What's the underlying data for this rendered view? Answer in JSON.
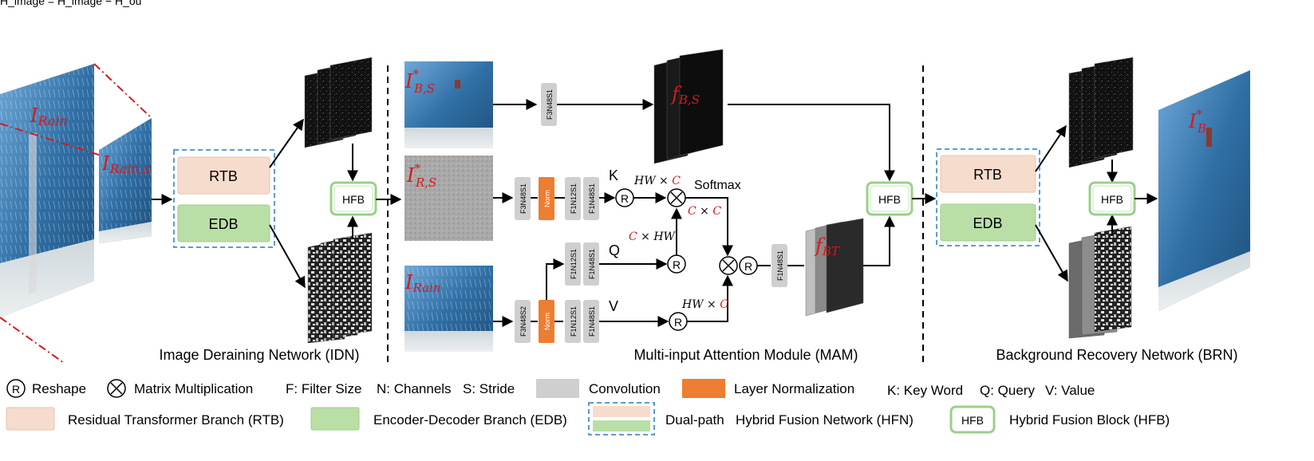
{
  "header_text": "H_image = H_image − H_ou",
  "sections": {
    "idn": "Image Deraining Network (IDN)",
    "mam": "Multi-input Attention Module (MAM)",
    "brn": "Background Recovery Network (BRN)"
  },
  "blocks": {
    "rtb": "RTB",
    "edb": "EDB",
    "hfb": "HFB"
  },
  "image_labels": {
    "rain_main": "I",
    "rain_main_sub": "Rain",
    "rain_small": "I",
    "rain_small_sub": "Rain,s",
    "bs": "I",
    "bs_sup": "*",
    "bs_sub": "B,S",
    "rs": "I",
    "rs_sup": "*",
    "rs_sub": "R,S",
    "rain_v": "I",
    "rain_v_sub": "Rain",
    "fbs": "f",
    "fbs_sub": "B,S",
    "fbt": "f",
    "fbt_sub": "BT",
    "out": "I",
    "out_sup": "*",
    "out_sub": "B"
  },
  "convs": {
    "f3n48s1": "F3N48S1",
    "f1n12s1": "F1N12S1",
    "f1n48s1": "F1N48S1",
    "f3n48s2": "F3N48S2",
    "norm": "Norm"
  },
  "mam": {
    "k": "K",
    "q": "Q",
    "v": "V",
    "softmax": "Softmax",
    "reshape_symbol": "R",
    "hw_c_1_a": "HW × ",
    "hw_c_1_b": "C",
    "c_c_a": "C",
    "c_c_b": " × ",
    "c_c_c": "C",
    "c_hw_a": "C",
    "c_hw_b": " × HW",
    "hw_c_2_a": "HW × ",
    "hw_c_2_b": "C"
  },
  "legend": {
    "reshape": "Reshape",
    "matmul": "Matrix Multiplication",
    "filter": "F: Filter Size",
    "channels": "N: Channels",
    "stride": "S: Stride",
    "convolution": "Convolution",
    "layernorm": "Layer Normalization",
    "keyword": "K: Key Word",
    "query": "Q: Query",
    "value": "V: Value",
    "rtb": "Residual Transformer Branch (RTB)",
    "edb": "Encoder-Decoder Branch (EDB)",
    "dual_a": "Dual-path",
    "hfn": "Hybrid Fusion Network (HFN)",
    "hfb_box": "HFB",
    "hfb": "Hybrid Fusion Block (HFB)"
  },
  "colors": {
    "rtb_fill": "#f6dccd",
    "edb_fill": "#b9dfa7",
    "conv_fill": "#cfcfcf",
    "norm_fill": "#ed7d31",
    "dash_blue": "#5b9bd5",
    "hfb_border": "#9ccf8a",
    "label_red": "#d7191c",
    "rain_blue": "#2e6f9e"
  }
}
